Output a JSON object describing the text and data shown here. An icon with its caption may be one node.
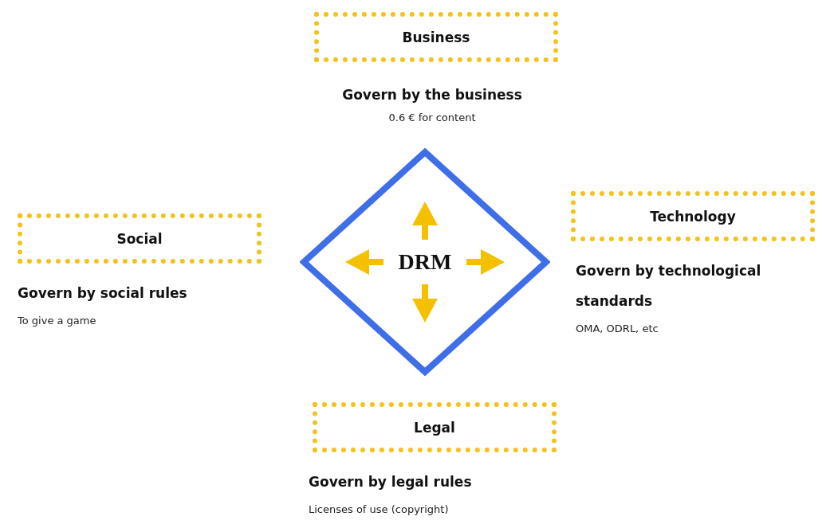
{
  "diagram": {
    "nodes": [
      {
        "text": [
          "Business"
        ],
        "beside": [
          "Govern by the business",
          "0.6 € for content"
        ]
      },
      {
        "text": [
          "Social"
        ],
        "beside": [
          "Govern by social rules",
          "To give a game"
        ]
      },
      {
        "text": [
          "DRM"
        ]
      },
      {
        "text": [
          "Technology"
        ],
        "beside": [
          "Govern by technological standards",
          "OMA, ODRL, etc"
        ]
      },
      {
        "text": [
          "Legal"
        ],
        "beside": [
          "Govern by legal rules",
          "Licenses of use (copyright)"
        ]
      }
    ]
  }
}
